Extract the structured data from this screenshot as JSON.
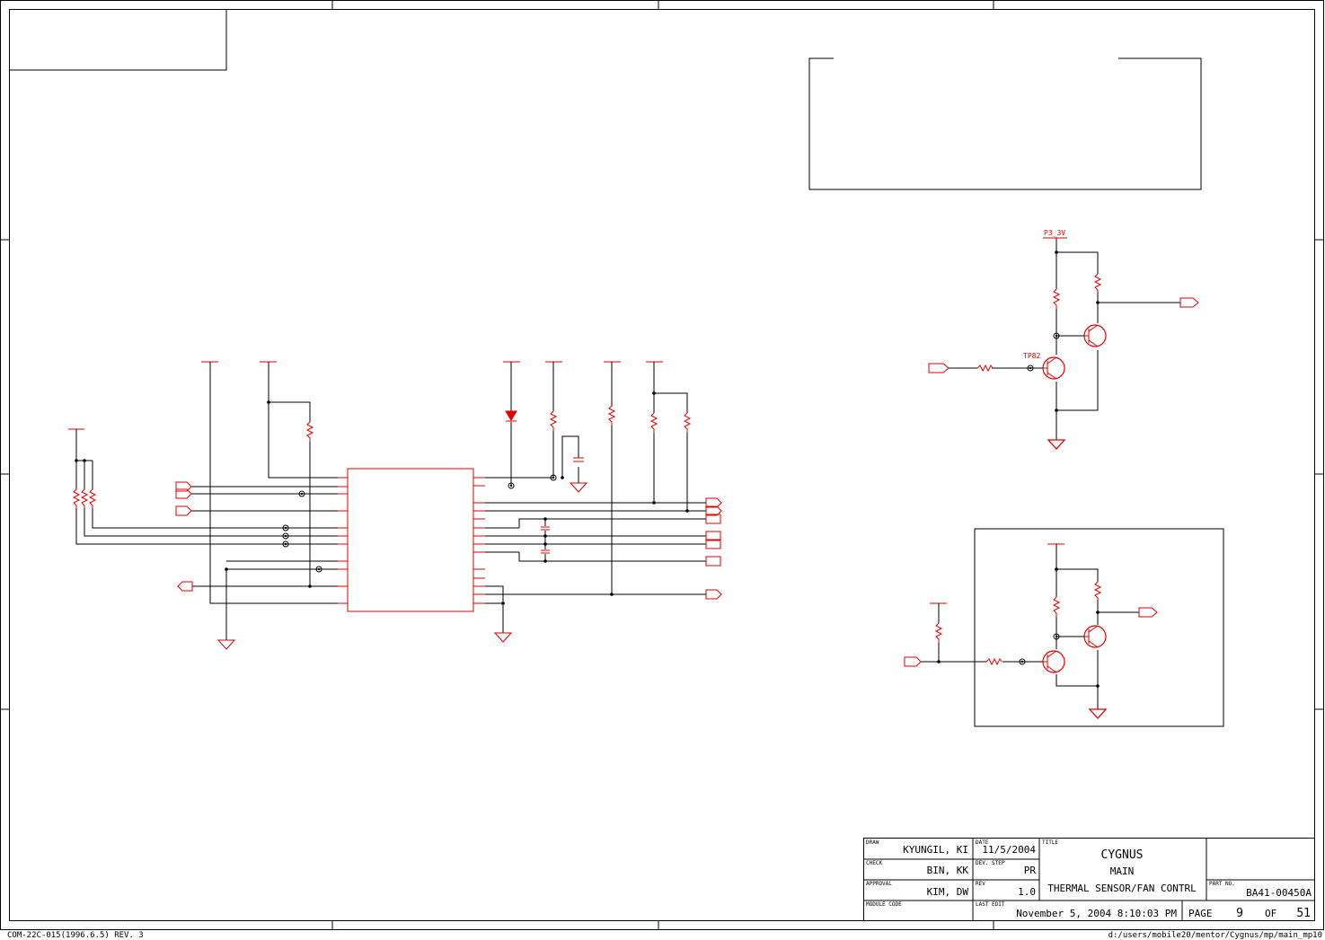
{
  "title_block": {
    "labels": {
      "draw": "DRAW",
      "date": "DATE",
      "title": "TITLE",
      "check": "CHECK",
      "dev_step": "DEV. STEP",
      "approval": "APPROVAL",
      "rev": "REV",
      "part_no": "PART NO.",
      "module_code": "MODULE CODE",
      "last_edit": "LAST EDIT",
      "page": "PAGE",
      "of": "OF"
    },
    "draw": "KYUNGIL, KI",
    "date": "11/5/2004",
    "check": "BIN, KK",
    "dev_step": "PR",
    "approval": "KIM, DW",
    "rev": "1.0",
    "title_line1": "CYGNUS",
    "title_line2": "MAIN",
    "title_line3": "THERMAL SENSOR/FAN CONTRL",
    "part_no": "BA41-00450A",
    "last_edit": "November 5, 2004  8:10:03 PM",
    "page": "9",
    "of": "51"
  },
  "footer": {
    "left": "COM-22C-015(1996.6.5) REV. 3",
    "right": "d:/users/mobile20/mentor/Cygnus/mp/main_mp10"
  },
  "net_labels": {
    "power": "P3_3V",
    "testpoint": "TP82"
  }
}
